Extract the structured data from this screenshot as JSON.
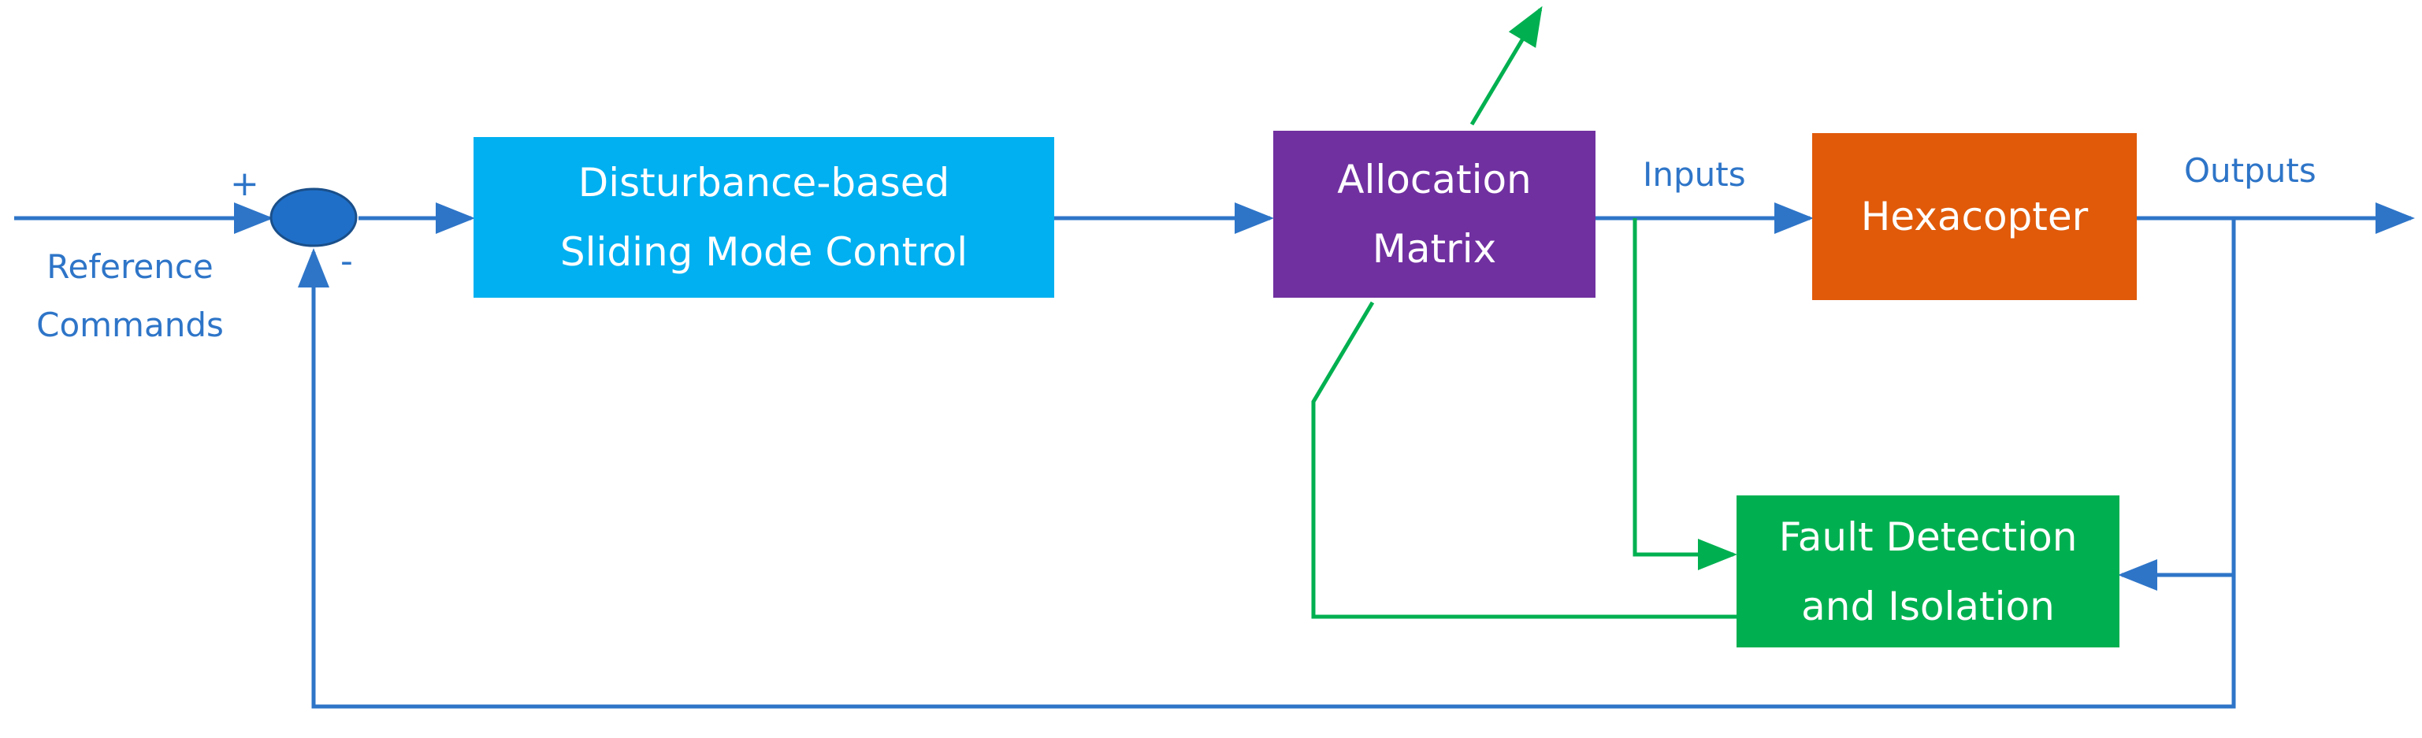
{
  "diagram": {
    "blocks": {
      "controller": {
        "line1": "Disturbance-based",
        "line2": "Sliding Mode Control",
        "color": "#00b0f0"
      },
      "allocation": {
        "line1": "Allocation",
        "line2": "Matrix",
        "color": "#7030a0"
      },
      "plant": {
        "line1": "Hexacopter",
        "color": "#e05a0a"
      },
      "fdi": {
        "line1": "Fault Detection",
        "line2": "and Isolation",
        "color": "#00b050"
      }
    },
    "labels": {
      "reference_line1": "Reference",
      "reference_line2": "Commands",
      "inputs": "Inputs",
      "outputs": "Outputs",
      "plus": "+",
      "minus": "-"
    },
    "colors": {
      "signal_line": "#2e75c8",
      "fault_line": "#00b050",
      "summing_junction": "#1f6fc8",
      "summing_border": "#1a4f8a"
    }
  }
}
